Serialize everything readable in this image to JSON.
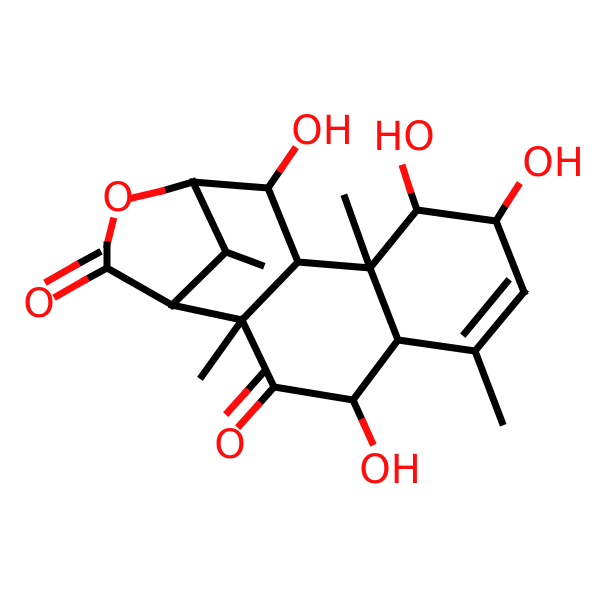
{
  "molecule": {
    "atom_labels": {
      "o_ring": "O",
      "o_lactone_carbonyl": "O",
      "o_ketone": "O",
      "oh_top_left": "OH",
      "oh_top_mid": "HO",
      "oh_top_right": "OH",
      "oh_bottom": "OH"
    },
    "colors": {
      "bond": "#000000",
      "oxygen": "#ff0d0d",
      "background": "#ffffff"
    }
  }
}
